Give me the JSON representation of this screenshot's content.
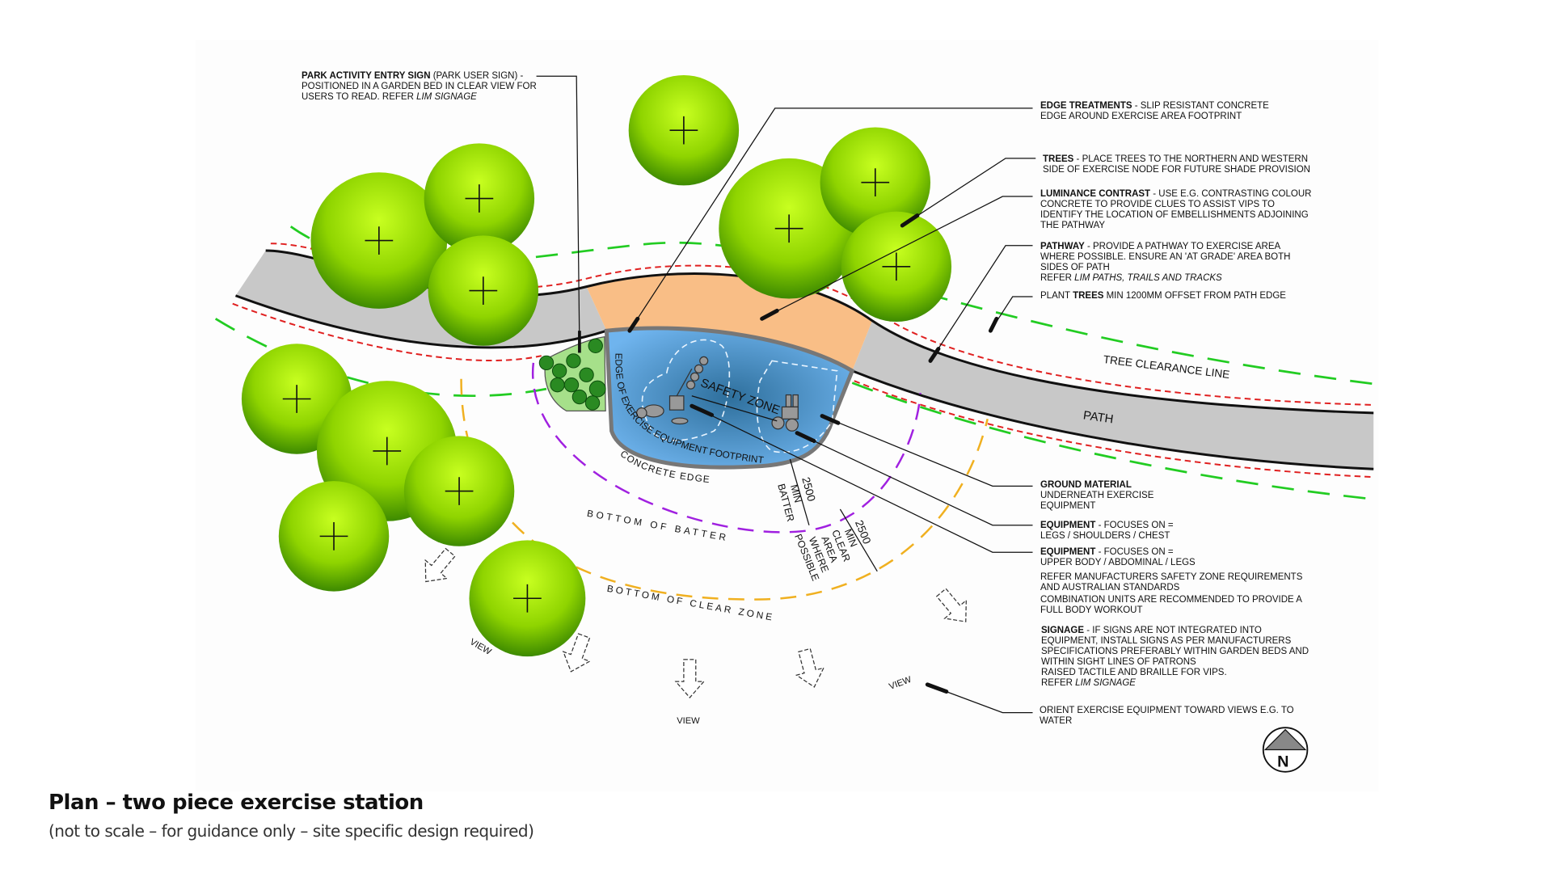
{
  "caption": {
    "title": "Plan – two piece exercise station",
    "subtitle": "(not to scale – for guidance only – site specific design required)"
  },
  "plan_labels": {
    "tree_clearance_line": "TREE CLEARANCE LINE",
    "path": "PATH",
    "safety_zone": "SAFETY ZONE",
    "edge_of_footprint": "EDGE OF EXERCISE EQUIPMENT FOOTPRINT",
    "concrete_edge": "CONCRETE EDGE",
    "bottom_of_batter": "BOTTOM OF BATTER",
    "bottom_of_clear_zone": "BOTTOM OF CLEAR ZONE",
    "dim_batter_value": "2500",
    "dim_batter_label_1": "MIN",
    "dim_batter_label_2": "BATTER",
    "dim_clear_value": "2500",
    "dim_clear_label_1": "MIN",
    "dim_clear_label_2": "CLEAR",
    "dim_clear_label_3": "AREA",
    "dim_clear_label_4": "WHERE",
    "dim_clear_label_5": "POSSIBLE",
    "view": "VIEW",
    "north": "N"
  },
  "notes": {
    "park_sign": {
      "bold": "PARK ACTIVITY ENTRY SIGN",
      "text": " (PARK USER SIGN) -\nPOSITIONED IN A GARDEN BED IN CLEAR VIEW FOR\nUSERS TO READ. REFER ",
      "italic": "LIM SIGNAGE"
    },
    "edge_treatments": {
      "bold": "EDGE TREATMENTS",
      "text": " - SLIP RESISTANT CONCRETE\nEDGE AROUND EXERCISE AREA FOOTPRINT"
    },
    "trees": {
      "bold": "TREES",
      "text": " - PLACE TREES TO THE NORTHERN AND WESTERN\nSIDE OF EXERCISE NODE FOR FUTURE SHADE PROVISION"
    },
    "luminance": {
      "bold": "LUMINANCE CONTRAST",
      "text": " - USE E.G. CONTRASTING COLOUR\nCONCRETE TO PROVIDE CLUES TO ASSIST VIPS TO\nIDENTIFY THE LOCATION OF EMBELLISHMENTS ADJOINING\nTHE PATHWAY"
    },
    "pathway": {
      "bold": "PATHWAY",
      "text": " - PROVIDE A  PATHWAY TO EXERCISE AREA\nWHERE POSSIBLE. ENSURE AN  'AT GRADE' AREA BOTH\nSIDES OF PATH\nREFER ",
      "italic": "LIM PATHS, TRAILS AND TRACKS"
    },
    "plant_trees": {
      "pre": "PLANT ",
      "bold": "TREES",
      "text": " MIN 1200MM OFFSET FROM PATH EDGE"
    },
    "ground_material": {
      "bold": "GROUND MATERIAL",
      "text": "\nUNDERNEATH EXERCISE\nEQUIPMENT"
    },
    "equipment_1": {
      "bold": "EQUIPMENT",
      "text": " - FOCUSES ON =\nLEGS / SHOULDERS / CHEST"
    },
    "equipment_2": {
      "bold": "EQUIPMENT",
      "text": " - FOCUSES ON =\nUPPER BODY / ABDOMINAL / LEGS"
    },
    "refer_manufacturers": {
      "text": "REFER MANUFACTURERS SAFETY ZONE REQUIREMENTS\nAND AUSTRALIAN STANDARDS"
    },
    "combination": {
      "text": "COMBINATION UNITS ARE RECOMMENDED TO PROVIDE A\nFULL BODY WORKOUT"
    },
    "signage": {
      "bold": "SIGNAGE",
      "text": " - IF SIGNS ARE NOT INTEGRATED INTO\nEQUIPMENT, INSTALL SIGNS AS PER MANUFACTURERS\nSPECIFICATIONS PREFERABLY WITHIN GARDEN BEDS AND\nWITHIN SIGHT LINES OF PATRONS\nRAISED TACTILE AND BRAILLE FOR VIPS.\nREFER ",
      "italic": "LIM SIGNAGE"
    },
    "orient": {
      "text": "ORIENT EXERCISE EQUIPMENT TOWARD VIEWS E.G. TO\nWATER"
    }
  },
  "colors": {
    "path": "#c8c8c8",
    "luminance_pad": "#f9be86",
    "footprint": "#4a90c8",
    "tree_light": "#b6f000",
    "tree_dark": "#3d8a00",
    "tree_clearance": "#22cc22",
    "path_offset": "#e02020",
    "batter": "#a020e0",
    "clear_zone": "#f0b020"
  }
}
